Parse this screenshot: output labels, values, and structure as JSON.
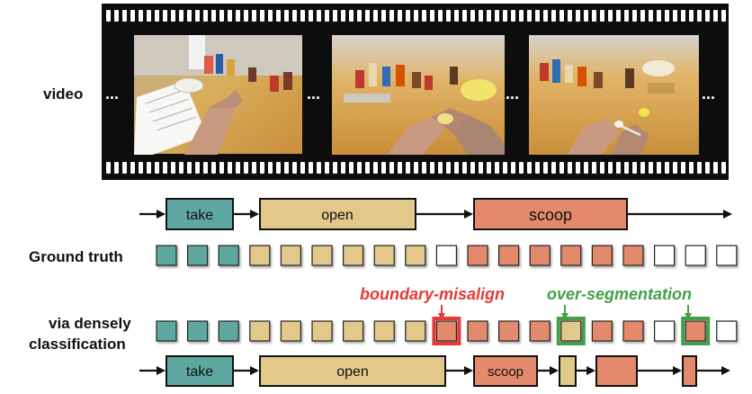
{
  "labels": {
    "video": "video",
    "ground_truth": "Ground truth",
    "dense_line1": "via densely",
    "dense_line2": "classification"
  },
  "filmstrip": {
    "ellipsis": "...",
    "frames": [
      {
        "name": "frame-take",
        "depicts": "hand taking item at desk"
      },
      {
        "name": "frame-open",
        "depicts": "hands opening a jar"
      },
      {
        "name": "frame-scoop",
        "depicts": "hand scooping with spoon"
      }
    ]
  },
  "colors": {
    "take": "#5fa8a1",
    "open": "#e2c98b",
    "scoop": "#e48a6c",
    "empty": "#ffffff",
    "error_red": "#e53935",
    "error_green": "#43a047",
    "film": "#0d0d0d"
  },
  "top_timeline": [
    {
      "label": "take",
      "color": "take"
    },
    {
      "label": "open",
      "color": "open"
    },
    {
      "label": "scoop",
      "color": "scoop"
    }
  ],
  "bottom_timeline": [
    {
      "label": "take",
      "color": "take"
    },
    {
      "label": "open",
      "color": "open"
    },
    {
      "label": "scoop",
      "color": "scoop"
    },
    {
      "label": "",
      "color": "open"
    },
    {
      "label": "",
      "color": "scoop"
    },
    {
      "label": "",
      "color": "scoop"
    }
  ],
  "ground_truth_seq": [
    "take",
    "take",
    "take",
    "open",
    "open",
    "open",
    "open",
    "open",
    "open",
    "empty",
    "scoop",
    "scoop",
    "scoop",
    "scoop",
    "scoop",
    "scoop",
    "empty",
    "empty",
    "empty"
  ],
  "dense_seq": [
    "take",
    "take",
    "take",
    "open",
    "open",
    "open",
    "open",
    "open",
    "open",
    "scoop",
    "scoop",
    "scoop",
    "scoop",
    "open",
    "scoop",
    "scoop",
    "empty",
    "scoop",
    "empty"
  ],
  "annotations": {
    "boundary": "boundary-misalign",
    "overseg": "over-segmentation"
  }
}
